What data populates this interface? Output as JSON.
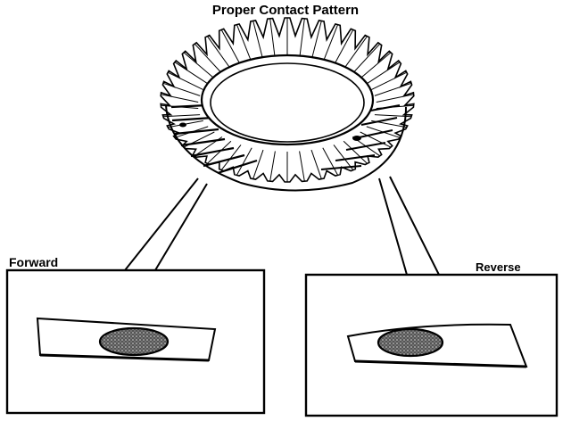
{
  "title": "Proper Contact Pattern",
  "labels": {
    "forward": "Forward",
    "reverse": "Reverse"
  },
  "colors": {
    "ink": "#000000",
    "paper": "#ffffff",
    "tooth_shade": "#2a2a2a",
    "contact_patch": "#3a3a3a"
  },
  "icons": {
    "gear": "ring-gear-icon",
    "patch": "contact-pattern-icon"
  }
}
